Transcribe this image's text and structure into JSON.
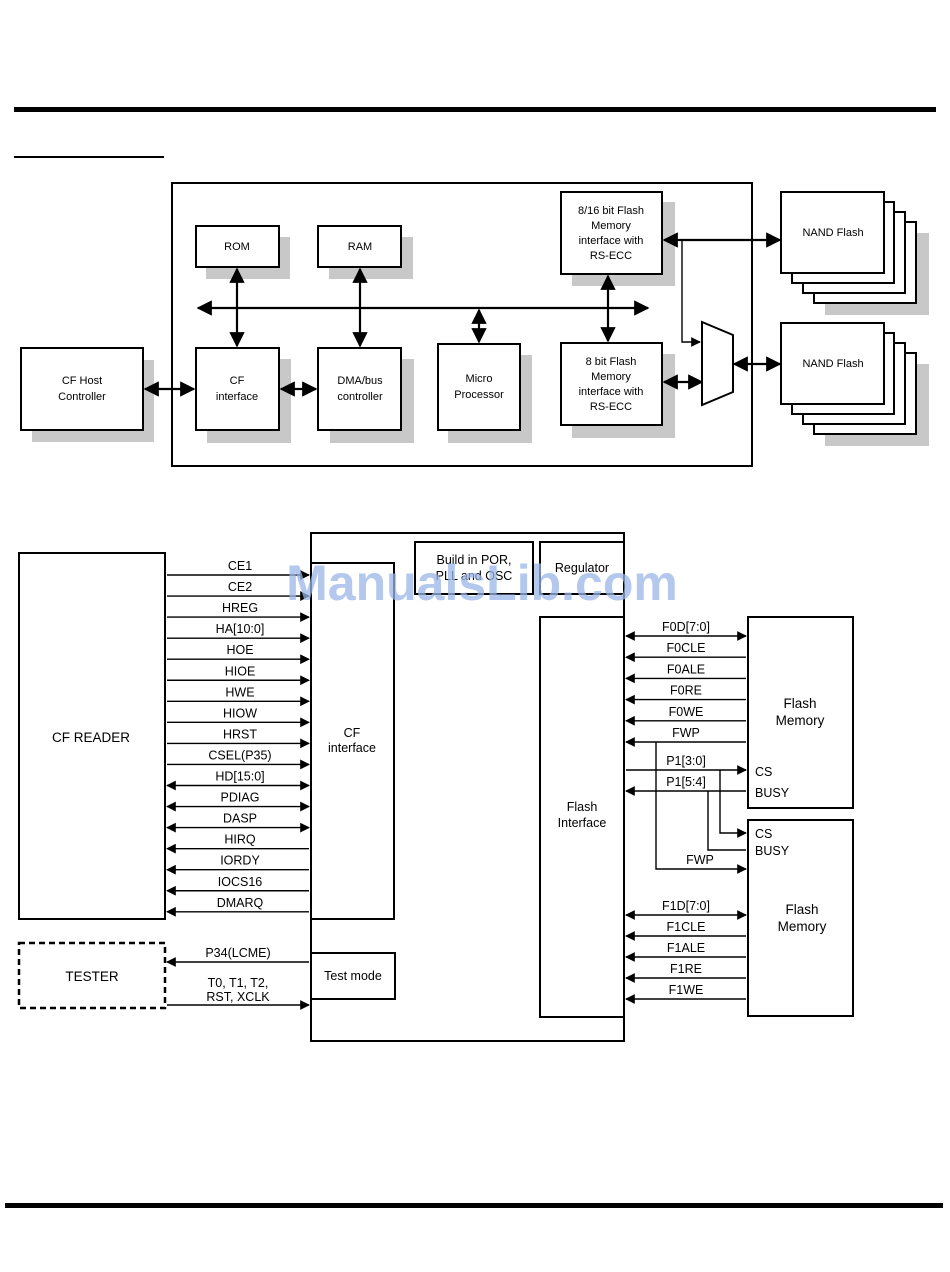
{
  "watermark": "ManualsLib.com",
  "top_diagram": {
    "cf_host": [
      "CF Host",
      "Controller"
    ],
    "rom": "ROM",
    "ram": "RAM",
    "cf_interface": [
      "CF",
      "interface"
    ],
    "dma": [
      "DMA/bus",
      "controller"
    ],
    "micro": [
      "Micro",
      "Processor"
    ],
    "flash_if_16": [
      "8/16 bit Flash",
      "Memory",
      "interface with",
      "RS-ECC"
    ],
    "flash_if_8": [
      "8 bit Flash",
      "Memory",
      "interface with",
      "RS-ECC"
    ],
    "nand_top": "NAND Flash",
    "nand_bottom": "NAND Flash"
  },
  "bottom_diagram": {
    "cf_reader": "CF READER",
    "tester": "TESTER",
    "cf_interface": [
      "CF",
      "interface"
    ],
    "test_mode": "Test mode",
    "build_in": [
      "Build in POR,",
      "PLL and OSC"
    ],
    "regulator": "Regulator",
    "flash_interface": [
      "Flash",
      "Interface"
    ],
    "flash_memory_0": [
      "Flash",
      "Memory"
    ],
    "flash_memory_1": [
      "Flash",
      "Memory"
    ],
    "mem0_cs": "CS",
    "mem0_busy": "BUSY",
    "mem1_cs": "CS",
    "mem1_busy": "BUSY",
    "host_signals": [
      {
        "label": "CE1",
        "dir": "in"
      },
      {
        "label": "CE2",
        "dir": "in"
      },
      {
        "label": "HREG",
        "dir": "in"
      },
      {
        "label": "HA[10:0]",
        "dir": "in"
      },
      {
        "label": "HOE",
        "dir": "in"
      },
      {
        "label": "HIOE",
        "dir": "in"
      },
      {
        "label": "HWE",
        "dir": "in"
      },
      {
        "label": "HIOW",
        "dir": "in"
      },
      {
        "label": "HRST",
        "dir": "in"
      },
      {
        "label": "CSEL(P35)",
        "dir": "in"
      },
      {
        "label": "HD[15:0]",
        "dir": "bi"
      },
      {
        "label": "PDIAG",
        "dir": "bi"
      },
      {
        "label": "DASP",
        "dir": "bi"
      },
      {
        "label": "HIRQ",
        "dir": "out"
      },
      {
        "label": "IORDY",
        "dir": "out"
      },
      {
        "label": "IOCS16",
        "dir": "out"
      },
      {
        "label": "DMARQ",
        "dir": "out"
      }
    ],
    "tester_signals": [
      {
        "label": "P34(LCME)",
        "dir": "out"
      },
      {
        "label": "T0, T1, T2,",
        "label2": "RST, XCLK",
        "dir": "in"
      }
    ],
    "flash0_signals": [
      {
        "label": "F0D[7:0]",
        "dir": "bi"
      },
      {
        "label": "F0CLE",
        "dir": "out"
      },
      {
        "label": "F0ALE",
        "dir": "out"
      },
      {
        "label": "F0RE",
        "dir": "out"
      },
      {
        "label": "F0WE",
        "dir": "out"
      },
      {
        "label": "FWP",
        "dir": "out"
      }
    ],
    "chip_select_signals": {
      "p1_cs": "P1[3:0]",
      "p1_busy": "P1[5:4]",
      "fwp2": "FWP"
    },
    "flash1_signals": [
      {
        "label": "F1D[7:0]",
        "dir": "bi"
      },
      {
        "label": "F1CLE",
        "dir": "out"
      },
      {
        "label": "F1ALE",
        "dir": "out"
      },
      {
        "label": "F1RE",
        "dir": "out"
      },
      {
        "label": "F1WE",
        "dir": "out"
      }
    ]
  }
}
